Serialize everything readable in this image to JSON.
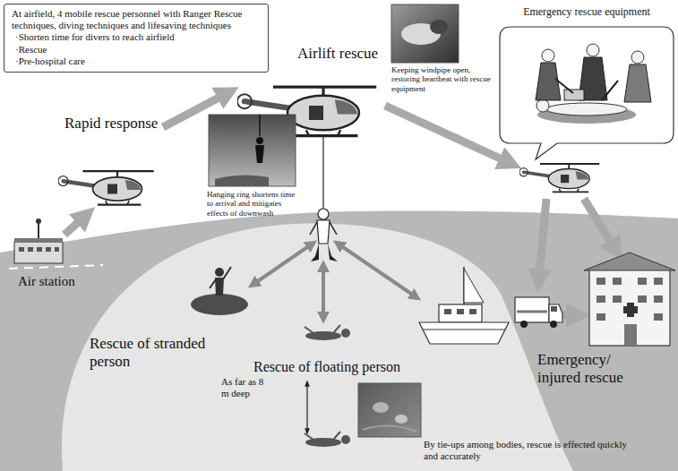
{
  "diagram": {
    "nodes": [
      {
        "text": [
          "At airfield, 4 mobile rescue personnel with Ranger Rescue techniques, diving techniques and lifesaving techniques",
          "·Shorten time for divers to reach airfield",
          "·Rescue",
          "·Pre-hospital care"
        ]
      },
      {
        "text": [
          "Emergency rescue equipment"
        ]
      }
    ],
    "labels": [
      "Rapid response",
      "Airlift rescue",
      "Keeping windpipe open, restoring heartbeat with rescue equipment",
      "Hanging ring shortens time to arrival and mitigates effects of downwash",
      "Air station",
      "Rescue of stranded person",
      "As far as 8 m deep",
      "Rescue of floating person",
      "Emergency/ injured rescue",
      "By tie-ups among bodies, rescue is effected quickly and accurately"
    ]
  }
}
